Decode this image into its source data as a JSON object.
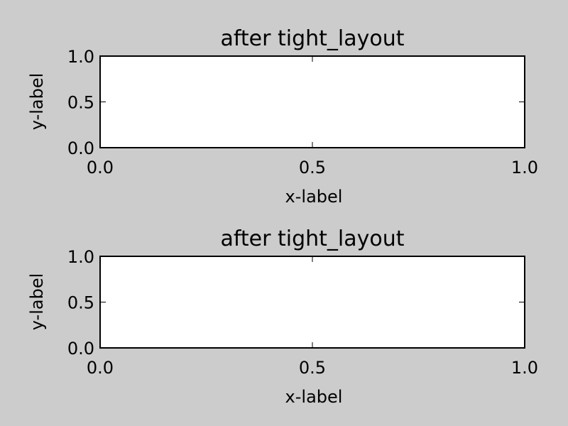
{
  "figure": {
    "background": "#cccccc",
    "axes_background": "#ffffff"
  },
  "chart_data": [
    {
      "type": "line",
      "title": "after tight_layout",
      "xlabel": "x-label",
      "ylabel": "y-label",
      "xlim": [
        0.0,
        1.0
      ],
      "ylim": [
        0.0,
        1.0
      ],
      "xticks": [
        "0.0",
        "0.5",
        "1.0"
      ],
      "yticks": [
        "0.0",
        "0.5",
        "1.0"
      ],
      "grid": false,
      "series": []
    },
    {
      "type": "line",
      "title": "after tight_layout",
      "xlabel": "x-label",
      "ylabel": "y-label",
      "xlim": [
        0.0,
        1.0
      ],
      "ylim": [
        0.0,
        1.0
      ],
      "xticks": [
        "0.0",
        "0.5",
        "1.0"
      ],
      "yticks": [
        "0.0",
        "0.5",
        "1.0"
      ],
      "grid": false,
      "series": []
    }
  ]
}
